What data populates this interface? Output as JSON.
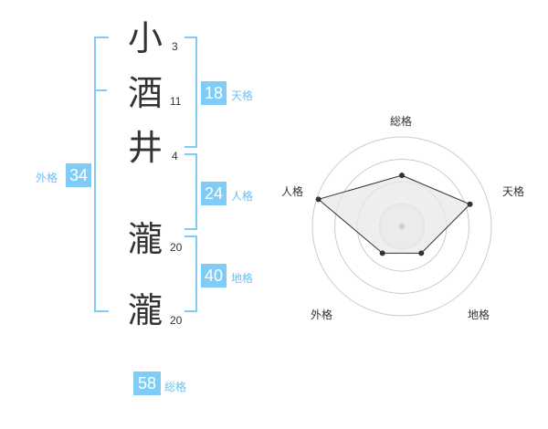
{
  "name_chars": [
    {
      "char": "小",
      "strokes": "3"
    },
    {
      "char": "酒",
      "strokes": "11"
    },
    {
      "char": "井",
      "strokes": "4"
    },
    {
      "char": "瀧",
      "strokes": "20"
    },
    {
      "char": "瀧",
      "strokes": "20"
    }
  ],
  "fortunes": {
    "tenkaku": {
      "value": "18",
      "label": "天格"
    },
    "jinkaku": {
      "value": "24",
      "label": "人格"
    },
    "chikaku": {
      "value": "40",
      "label": "地格"
    },
    "gaikaku": {
      "value": "34",
      "label": "外格"
    },
    "soukaku": {
      "value": "58",
      "label": "総格"
    }
  },
  "chart_data": {
    "type": "radar",
    "axes": [
      "総格",
      "天格",
      "地格",
      "外格",
      "人格"
    ],
    "values": [
      0.57,
      0.8,
      0.37,
      0.37,
      0.98
    ],
    "range": [
      0,
      1
    ],
    "rings": 4,
    "colors": {
      "fill": "#e8e8e8",
      "stroke": "#333333",
      "ring": "#cccccc",
      "center": "#cccccc"
    }
  },
  "colors": {
    "accent": "#7fcdf7",
    "accent_text": "#6cc0ee"
  }
}
